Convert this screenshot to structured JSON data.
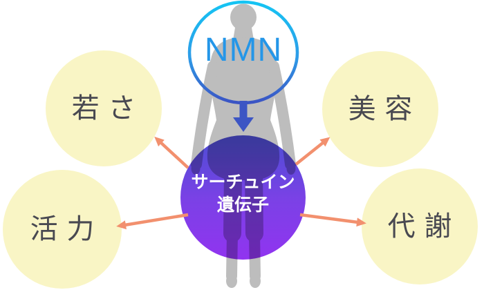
{
  "figure": {
    "title_badge": {
      "nmn_label": "NMN"
    },
    "center": {
      "sirtuin_line1": "サーチュイン",
      "sirtuin_line2": "遺伝子"
    },
    "benefits": [
      {
        "id": "youth",
        "label": "若さ",
        "position": "top-left"
      },
      {
        "id": "beauty",
        "label": "美容",
        "position": "top-right"
      },
      {
        "id": "vitality",
        "label": "活力",
        "position": "bottom-left"
      },
      {
        "id": "metabolism",
        "label": "代謝",
        "position": "bottom-right"
      }
    ],
    "icons": [
      "human-silhouette",
      "nmn-ring",
      "down-arrow-icon",
      "arrow-to-youth-icon",
      "arrow-to-beauty-icon",
      "arrow-to-vitality-icon",
      "arrow-to-metabolism-icon"
    ],
    "colors": {
      "background": "#ffffff",
      "benefit_circle": "#f9f5c5",
      "benefit_text": "#494951",
      "silhouette_gray": "#bdbdbd",
      "nmn_text_blue": "#2496e8",
      "ring_cyan_top": "#15c4f3",
      "ring_blue_bottom": "#3a53c4",
      "down_arrow_blue": "#3c55c4",
      "sirtuin_gradient_top": "#4c4ed4",
      "sirtuin_gradient_bottom": "#9134f0",
      "sirtuin_text": "#ffffff",
      "benefit_arrow_salmon": "#f2906e"
    }
  }
}
